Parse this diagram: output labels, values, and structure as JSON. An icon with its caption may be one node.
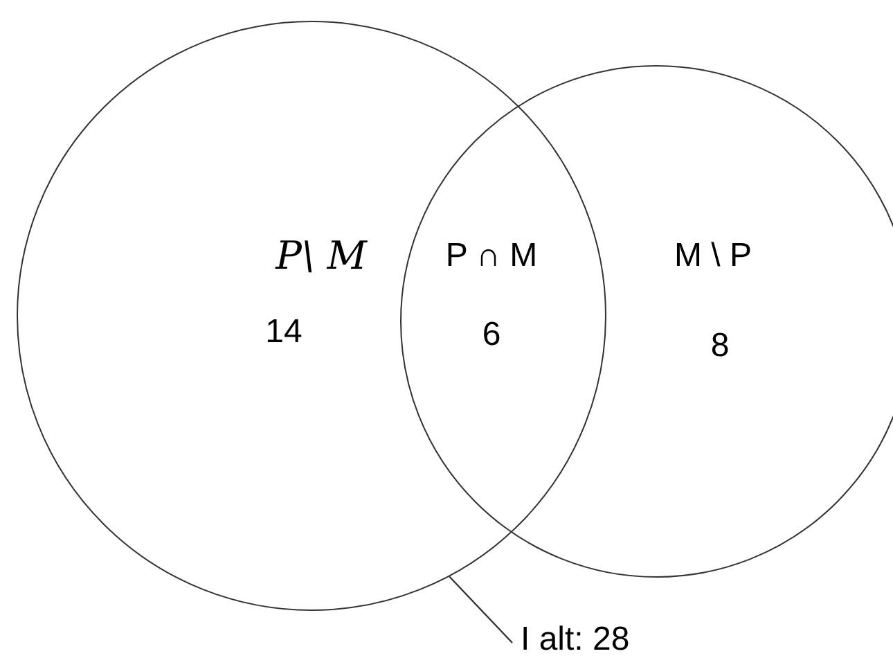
{
  "diagram": {
    "nodes": [
      {
        "text": [],
        "shape": "circle"
      },
      {
        "text": [],
        "shape": "circle"
      },
      {
        "text": [
          "I alt: 28"
        ]
      }
    ],
    "edges": [
      {
        "from": 2,
        "to": 0,
        "arrow": "none"
      }
    ],
    "labels": [
      "P\\ M",
      "14",
      "P ∩ M",
      "6",
      "M \\ P",
      "8"
    ]
  }
}
